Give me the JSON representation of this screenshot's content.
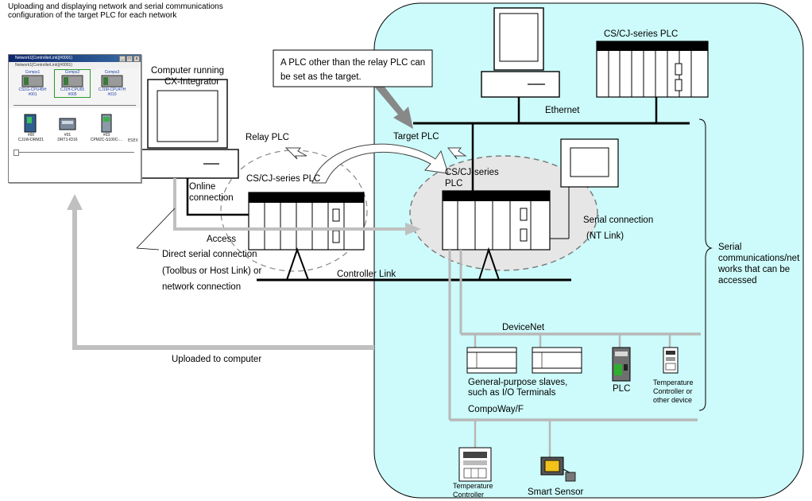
{
  "labels": {
    "uploading_desc": "Uploading and displaying network and serial communications configuration of the target PLC for each network",
    "computer_running": "Computer running",
    "cx_integrator": "CX-Integrator",
    "relay_plc": "Relay PLC",
    "relay_cs_cj": "CS/CJ-series PLC",
    "online": "Online",
    "connection": "connection",
    "access": "Access",
    "direct_serial_1": "Direct serial connection",
    "direct_serial_2": "(Toolbus or Host Link) or",
    "direct_serial_3": "network connection",
    "uploaded_to_computer": "Uploaded to computer",
    "plc_other_than_relay": "A PLC other than the relay PLC can be set as the target.",
    "cs_cj_top": "CS/CJ-series PLC",
    "ethernet": "Ethernet",
    "target_plc": "Target PLC",
    "target_cs_cj_1": "CS/CJ-series",
    "target_cs_cj_2": "PLC",
    "serial_connection": "Serial connection",
    "nt_link": "(NT Link)",
    "controller_link": "Controller Link",
    "devicenet": "DeviceNet",
    "general_purpose_1": "General-purpose slaves,",
    "general_purpose_2": "such as I/O Terminals",
    "plc": "PLC",
    "temp_ctrl_other_1": "Temperature",
    "temp_ctrl_other_2": "Controller or",
    "temp_ctrl_other_3": "other device",
    "compoway": "CompoWay/F",
    "temp_ctrl_1": "Temperature",
    "temp_ctrl_2": "Controller",
    "smart_sensor": "Smart Sensor",
    "serial_comms_1": "Serial",
    "serial_comms_2": "communications/net",
    "serial_comms_3": "works that can be",
    "serial_comms_4": "accessed"
  },
  "screenshot": {
    "title": "Network1[ControllerLink](#0001)",
    "subtitle": "Network1[ControllerLink](#0001)",
    "top_units": [
      {
        "caption": "Comps1",
        "model": "CS1G-CPU45H",
        "addr": "#001"
      },
      {
        "caption": "Comps2",
        "model": "CJ1H-CPU65",
        "addr": "#005"
      },
      {
        "caption": "Comps3",
        "model": "CJ1M-CPU47H",
        "addr": "#010"
      }
    ],
    "bottom_units": [
      {
        "addr": "#00",
        "model": "CJ1W-DRM21"
      },
      {
        "addr": "#01",
        "model": "DRT1-ID16"
      },
      {
        "addr": "#03",
        "model": "CPM2C-S100C-..."
      }
    ],
    "extra": "ESEX"
  },
  "colors": {
    "network_area": "#cdfafa",
    "grey_arrow": "#c0c0c0",
    "dark_arrow": "#808080",
    "plc_group_ellipse": "#e8e8e8"
  }
}
